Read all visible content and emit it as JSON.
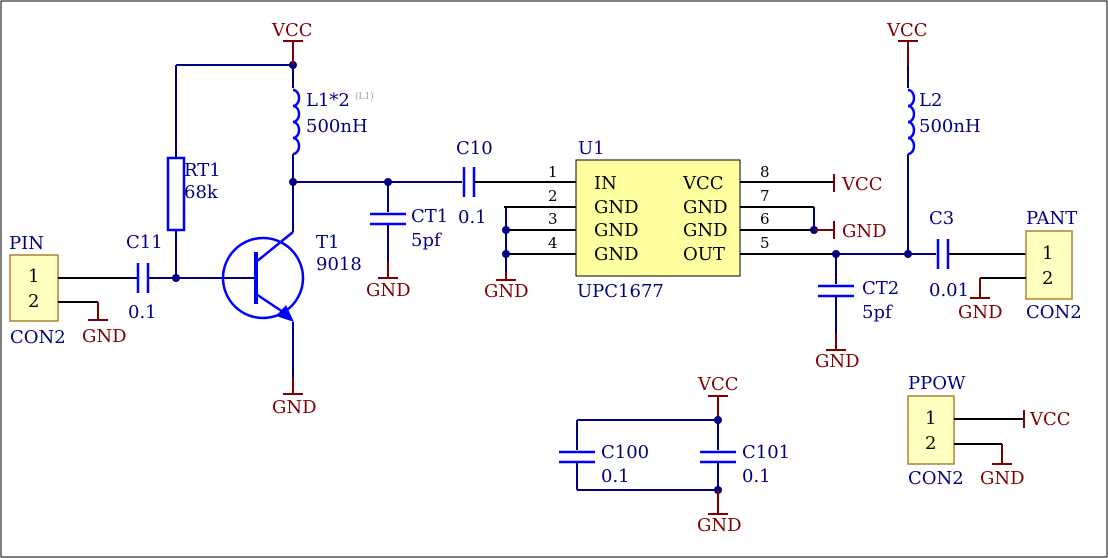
{
  "power": {
    "vcc": "VCC",
    "gnd": "GND"
  },
  "components": {
    "pin": {
      "ref": "PIN",
      "type": "CON2",
      "pin1": "1",
      "pin2": "2"
    },
    "c11": {
      "ref": "C11",
      "value": "0.1"
    },
    "rt1": {
      "ref": "RT1",
      "value": "68k"
    },
    "l1": {
      "ref": "L1*2",
      "note": "(L1)",
      "value": "500nH"
    },
    "t1": {
      "ref": "T1",
      "value": "9018"
    },
    "c10": {
      "ref": "C10",
      "value": "0.1"
    },
    "ct1": {
      "ref": "CT1",
      "value": "5pf"
    },
    "u1": {
      "ref": "U1",
      "part": "UPC1677",
      "left_pins": [
        {
          "num": "1",
          "name": "IN"
        },
        {
          "num": "2",
          "name": "GND"
        },
        {
          "num": "3",
          "name": "GND"
        },
        {
          "num": "4",
          "name": "GND"
        }
      ],
      "right_pins": [
        {
          "num": "8",
          "name": "VCC"
        },
        {
          "num": "7",
          "name": "GND"
        },
        {
          "num": "6",
          "name": "GND"
        },
        {
          "num": "5",
          "name": "OUT"
        }
      ]
    },
    "ct2": {
      "ref": "CT2",
      "value": "5pf"
    },
    "l2": {
      "ref": "L2",
      "value": "500nH"
    },
    "c3": {
      "ref": "C3",
      "value": "0.01"
    },
    "pant": {
      "ref": "PANT",
      "type": "CON2",
      "pin1": "1",
      "pin2": "2"
    },
    "c100": {
      "ref": "C100",
      "value": "0.1"
    },
    "c101": {
      "ref": "C101",
      "value": "0.1"
    },
    "ppow": {
      "ref": "PPOW",
      "type": "CON2",
      "pin1": "1",
      "pin2": "2"
    }
  },
  "colors": {
    "wire": "#000080",
    "component": "#0000ff",
    "power": "#800000",
    "connector_fill": "#ffffc0",
    "connector_border": "#b08030",
    "chip_fill": "#ffffa0"
  }
}
